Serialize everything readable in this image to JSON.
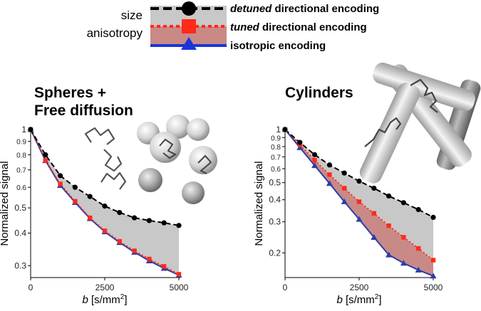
{
  "legend": {
    "size_label": "size",
    "anisotropy_label": "anisotropy",
    "entries": [
      {
        "emph": "detuned",
        "rest": " directional encoding",
        "color": "#000000",
        "marker": "circle",
        "line": "dashed"
      },
      {
        "emph": "tuned",
        "rest": " directional encoding",
        "color": "#ff2a1a",
        "marker": "square",
        "line": "dotted"
      },
      {
        "emph": "",
        "rest": "isotropic encoding",
        "color": "#1a35d6",
        "marker": "triangle",
        "line": "solid"
      }
    ]
  },
  "colors": {
    "detuned": "#000000",
    "tuned": "#ff2a1a",
    "isotropic": "#2a3ea8",
    "size_band": "#c8c8c8",
    "anisotropy_band": "#c98a87"
  },
  "icons": {
    "left": [
      "free-diffusion-path-icon",
      "sphere-icon"
    ],
    "right": [
      "cylinder-icon",
      "restricted-path-icon"
    ]
  },
  "chart_data": [
    {
      "type": "line",
      "title": "Spheres + Free diffusion",
      "xlabel_italic": "b",
      "xlabel_unit": " [s/mm",
      "xlabel_sup": "2",
      "xlabel_close": "]",
      "ylabel": "Normalized signal",
      "y_scale": "log",
      "xlim": [
        0,
        5000
      ],
      "ylim": [
        0.27,
        1.0
      ],
      "xticks": [
        0,
        2500,
        5000
      ],
      "xtick_labels": [
        "0",
        "2500",
        "5000"
      ],
      "yticks": [
        1,
        0.9,
        0.8,
        0.7,
        0.6,
        0.5,
        0.4,
        0.3
      ],
      "ytick_labels": [
        "1",
        "0.9",
        "0.8",
        "0.7",
        "0.6",
        "0.5",
        "0.4",
        "0.3"
      ],
      "series": [
        {
          "key": "detuned",
          "x": [
            0,
            500,
            1000,
            1500,
            2000,
            2500,
            3000,
            3500,
            4000,
            4500,
            5000
          ],
          "y": [
            1.0,
            0.8,
            0.665,
            0.6,
            0.553,
            0.508,
            0.48,
            0.458,
            0.447,
            0.438,
            0.428
          ]
        },
        {
          "key": "tuned",
          "x": [
            0,
            500,
            1000,
            1500,
            2000,
            2500,
            3000,
            3500,
            4000,
            4500,
            5000
          ],
          "y": [
            1.0,
            0.76,
            0.618,
            0.53,
            0.458,
            0.408,
            0.372,
            0.342,
            0.318,
            0.298,
            0.278
          ]
        },
        {
          "key": "isotropic",
          "x": [
            0,
            500,
            1000,
            1500,
            2000,
            2500,
            3000,
            3500,
            4000,
            4500,
            5000
          ],
          "y": [
            1.0,
            0.76,
            0.61,
            0.525,
            0.455,
            0.405,
            0.368,
            0.338,
            0.313,
            0.293,
            0.276
          ]
        }
      ]
    },
    {
      "type": "line",
      "title": "Cylinders",
      "xlabel_italic": "b",
      "xlabel_unit": " [s/mm",
      "xlabel_sup": "2",
      "xlabel_close": "]",
      "ylabel": "Normalized signal",
      "y_scale": "log",
      "xlim": [
        0,
        5000
      ],
      "ylim": [
        0.145,
        1.0
      ],
      "xticks": [
        0,
        2500,
        5000
      ],
      "xtick_labels": [
        "0",
        "2500",
        "5000"
      ],
      "yticks": [
        1,
        0.9,
        0.8,
        0.7,
        0.6,
        0.5,
        0.4,
        0.3,
        0.2
      ],
      "ytick_labels": [
        "1",
        "0.9",
        "0.8",
        "0.7",
        "0.6",
        "0.5",
        "0.4",
        "0.3",
        "0.2"
      ],
      "series": [
        {
          "key": "detuned",
          "x": [
            0,
            500,
            1000,
            1500,
            2000,
            2500,
            3000,
            3500,
            4000,
            4500,
            5000
          ],
          "y": [
            1.0,
            0.845,
            0.72,
            0.63,
            0.567,
            0.51,
            0.465,
            0.42,
            0.385,
            0.352,
            0.318
          ]
        },
        {
          "key": "tuned",
          "x": [
            0,
            500,
            1000,
            1500,
            2000,
            2500,
            3000,
            3500,
            4000,
            4500,
            5000
          ],
          "y": [
            1.0,
            0.82,
            0.67,
            0.555,
            0.465,
            0.39,
            0.335,
            0.285,
            0.245,
            0.212,
            0.182
          ]
        },
        {
          "key": "isotropic",
          "x": [
            0,
            500,
            1000,
            1500,
            2000,
            2500,
            3000,
            3500,
            4000,
            4500,
            5000
          ],
          "y": [
            1.0,
            0.79,
            0.625,
            0.495,
            0.39,
            0.31,
            0.245,
            0.195,
            0.175,
            0.16,
            0.148
          ]
        }
      ]
    }
  ]
}
